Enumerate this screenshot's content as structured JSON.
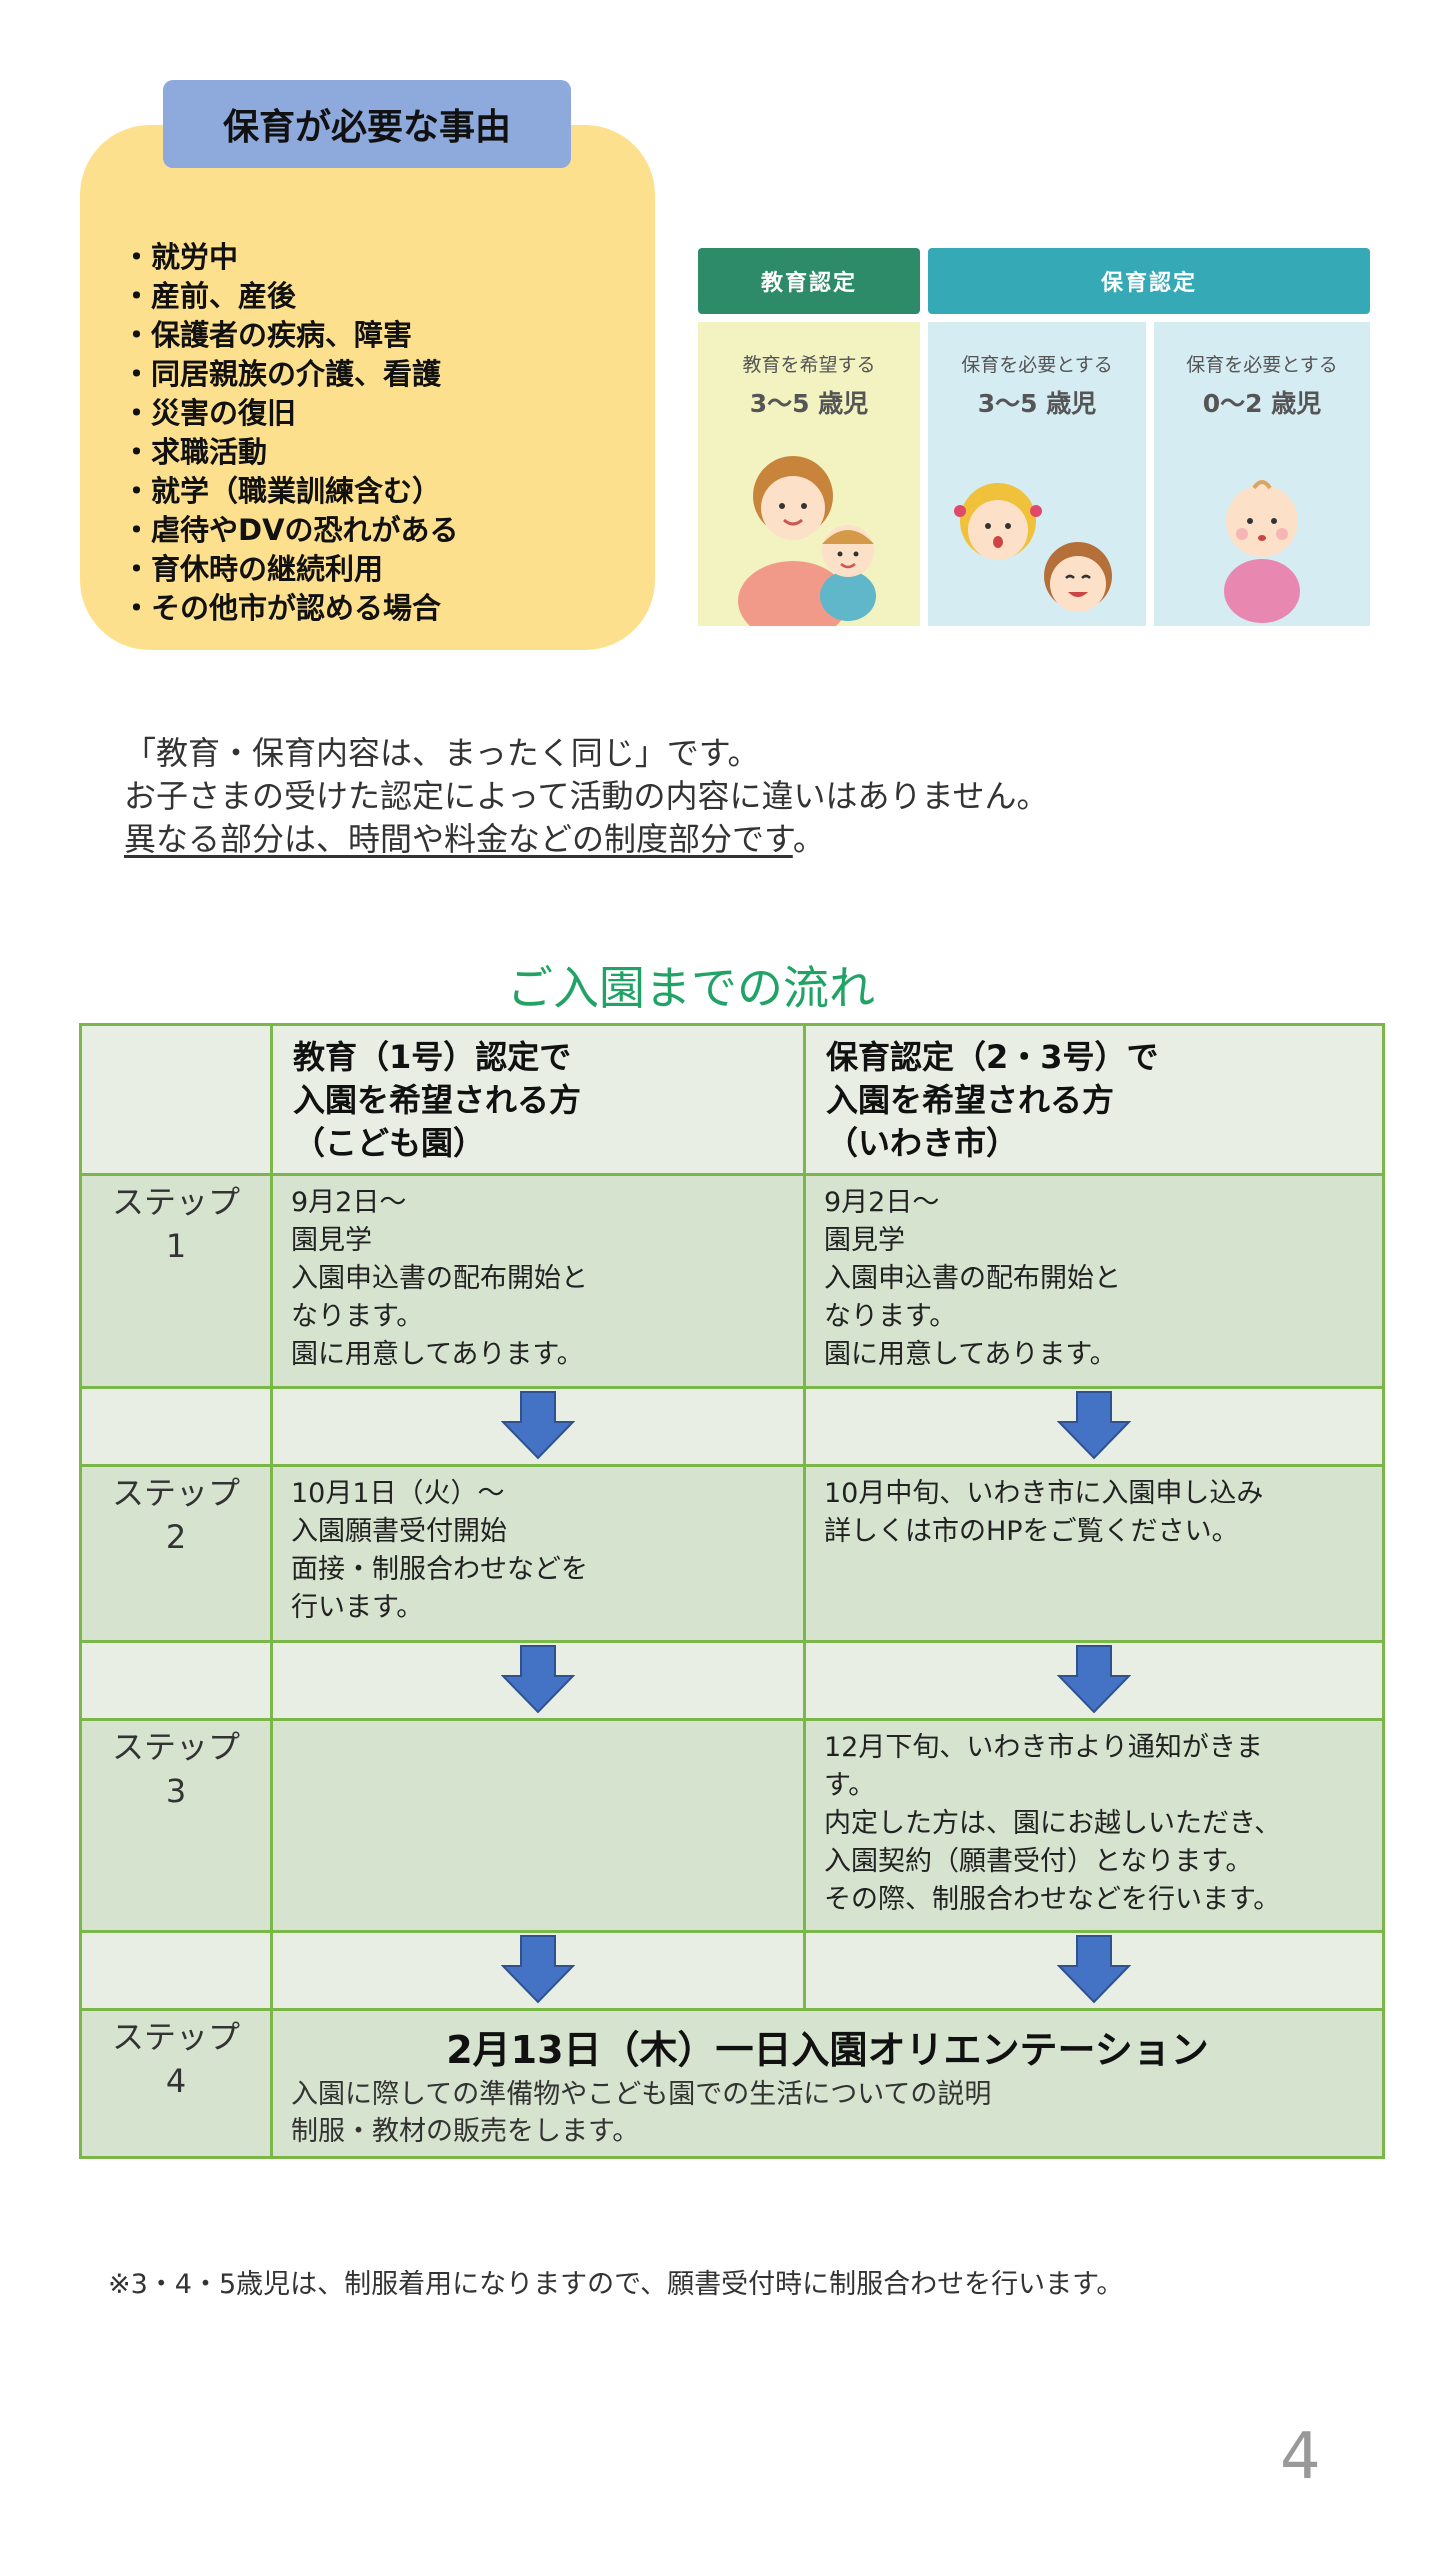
{
  "reasons": {
    "title": "保育が必要な事由",
    "items": [
      "・就労中",
      "・産前、産後",
      "・保護者の疾病、障害",
      "・同居親族の介護、看護",
      "・災害の復旧",
      "・求職活動",
      "・就学（職業訓練含む）",
      "・虐待やDVの恐れがある",
      "・育休時の継続利用",
      "・その他市が認める場合"
    ]
  },
  "certification": {
    "education_header": "教育認定",
    "childcare_header": "保育認定",
    "panels": [
      {
        "sub": "教育を希望する",
        "age": "3〜5 歳児"
      },
      {
        "sub": "保育を必要とする",
        "age": "3〜5 歳児"
      },
      {
        "sub": "保育を必要とする",
        "age": "0〜2 歳児"
      }
    ],
    "colors": {
      "education": "#2e8b6a",
      "childcare": "#35a9b5",
      "panel_yellow": "#f2f3c1",
      "panel_blue": "#d5ecf3"
    }
  },
  "info": {
    "line1": "「教育・保育内容は、まったく同じ」です。",
    "line2": "お子さまの受けた認定によって活動の内容に違いはありません。",
    "line3": "異なる部分は、時間や料金などの制度部分です",
    "line3_end": "。"
  },
  "flow": {
    "title": "ご入園までの流れ",
    "col1_header": [
      "教育（1号）認定で",
      "入園を希望される方",
      "（こども園）"
    ],
    "col2_header": [
      "保育認定（2・3号）で",
      "入園を希望される方",
      "（いわき市）"
    ],
    "steps": [
      {
        "label": [
          "ステップ",
          "1"
        ],
        "col1": [
          "9月2日〜",
          "園見学",
          "入園申込書の配布開始と",
          "なります。",
          "園に用意してあります。"
        ],
        "col2": [
          "9月2日〜",
          "園見学",
          "入園申込書の配布開始と",
          "なります。",
          "園に用意してあります。"
        ]
      },
      {
        "label": [
          "ステップ",
          "2"
        ],
        "col1": [
          "10月1日（火）〜",
          "入園願書受付開始",
          "面接・制服合わせなどを",
          "行います。"
        ],
        "col2": [
          "10月中旬、いわき市に入園申し込み",
          "詳しくは市のHPをご覧ください。"
        ]
      },
      {
        "label": [
          "ステップ",
          "3"
        ],
        "col1": [],
        "col2": [
          "12月下旬、いわき市より通知がきま",
          "す。",
          "内定した方は、園にお越しいただき、",
          "入園契約（願書受付）となります。",
          "その際、制服合わせなどを行います。"
        ]
      },
      {
        "label": [
          "ステップ",
          "4"
        ],
        "orientation_title": "2月13日（木）一日入園オリエンテーション",
        "orientation_text": [
          "入園に際しての準備物やこども園での生活についての説明",
          "制服・教材の販売をします。"
        ]
      }
    ],
    "colors": {
      "border": "#7ab648",
      "step_bg": "#d6e3cf",
      "light_bg": "#e8eee3",
      "arrow": "#4472c4",
      "title": "#21a366"
    }
  },
  "note": "※3・4・5歳児は、制服着用になりますので、願書受付時に制服合わせを行います。",
  "page_number": "4"
}
